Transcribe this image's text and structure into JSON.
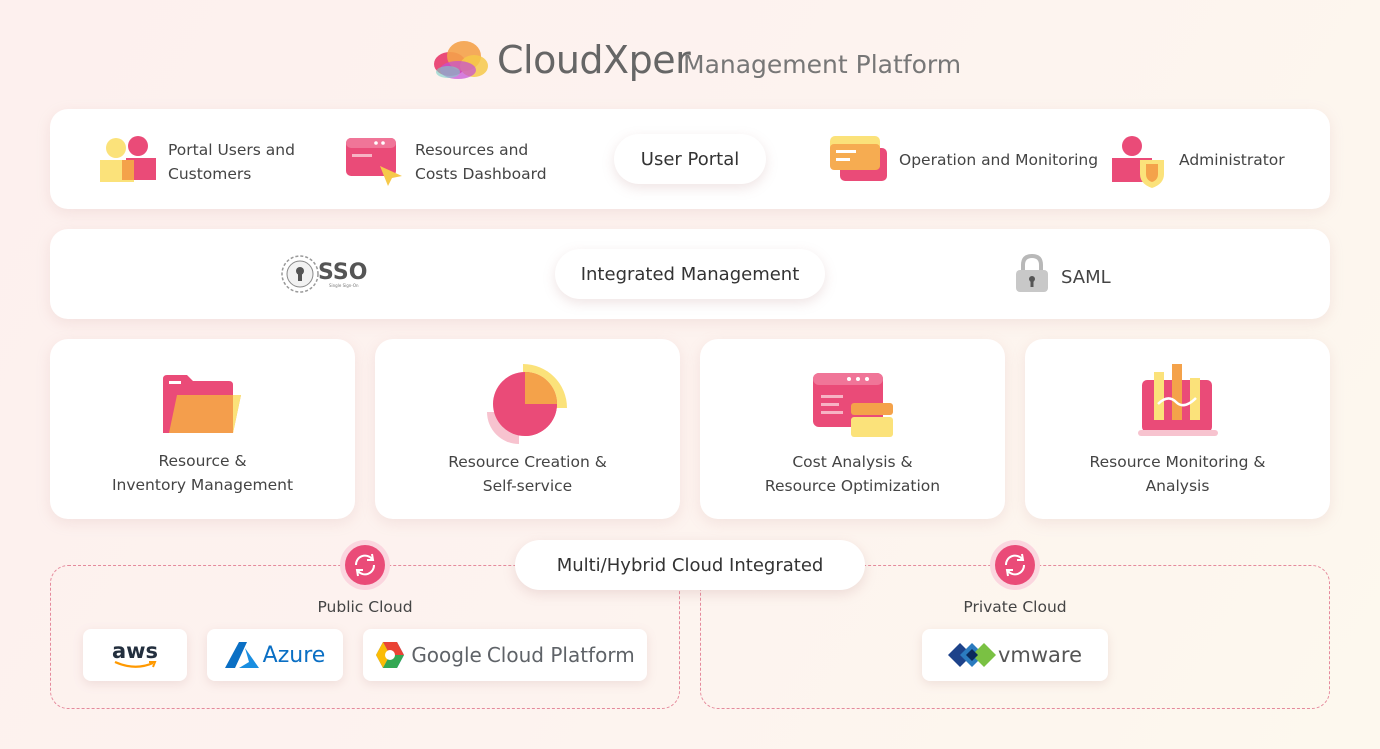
{
  "header": {
    "brand": "CloudXper",
    "subtitle": "Management Platform",
    "logo_icon": "cloud-logo-icon"
  },
  "user_portal_row": {
    "center_label": "User Portal",
    "items": [
      {
        "label_line1": "Portal Users and",
        "label_line2": "Customers",
        "icon": "users-icon"
      },
      {
        "label_line1": "Resources and",
        "label_line2": "Costs Dashboard",
        "icon": "dashboard-icon"
      },
      {
        "label": "Operation and Monitoring",
        "icon": "monitoring-icon"
      },
      {
        "label": "Administrator",
        "icon": "admin-icon"
      }
    ]
  },
  "integrated_row": {
    "center_label": "Integrated Management",
    "sso": {
      "text": "SSO",
      "small": "Single Sign-On",
      "icon": "sso-keyhole-icon"
    },
    "saml": {
      "text": "SAML",
      "icon": "lock-icon"
    }
  },
  "feature_cards": [
    {
      "line1": "Resource &",
      "line2": "Inventory Management",
      "icon": "folder-icon"
    },
    {
      "line1": "Resource Creation &",
      "line2": "Self-service",
      "icon": "pie-chart-icon"
    },
    {
      "line1": "Cost Analysis &",
      "line2": "Resource Optimization",
      "icon": "cost-window-icon"
    },
    {
      "line1": "Resource Monitoring &",
      "line2": "Analysis",
      "icon": "monitor-chart-icon"
    }
  ],
  "cloud_section": {
    "center_label": "Multi/Hybrid Cloud Integrated",
    "public": {
      "title": "Public Cloud",
      "vendors": [
        {
          "name": "aws"
        },
        {
          "name": "Azure"
        },
        {
          "name_google": "Google",
          "name_rest": "Cloud Platform"
        }
      ]
    },
    "private": {
      "title": "Private Cloud",
      "vendors": [
        {
          "name": "vmware"
        }
      ]
    }
  },
  "colors": {
    "accent": "#ea4b78",
    "orange": "#f4a24a",
    "yellow": "#fbe27a",
    "pink_light": "#f7c3cf"
  }
}
